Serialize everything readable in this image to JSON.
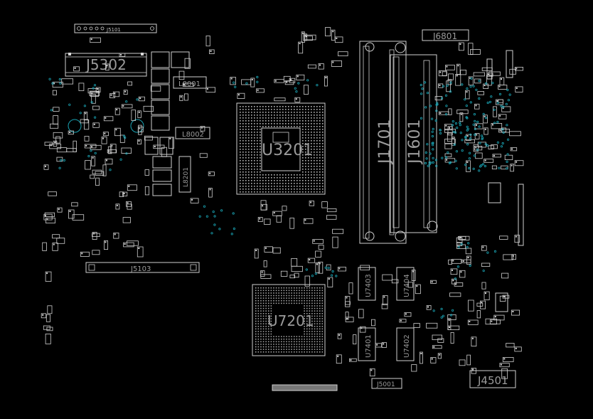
{
  "board": {
    "background": "#000000",
    "outline_color": "#cfcfcf",
    "via_color": "#19a3b3",
    "label_color": "#9a9a9a"
  },
  "labels": {
    "j5101": "J5101",
    "j5302": "J5302",
    "j5103": "J5103",
    "u3201": "U3201",
    "j1701": "J1701",
    "j1601": "J1601",
    "j6801": "J6801",
    "u7201": "U7201",
    "u7401": "U7401",
    "u7402": "U7402",
    "u7403": "U7403",
    "u7404": "U7404",
    "j4501": "J4501",
    "l8001": "L8001",
    "l8002": "L8002",
    "l8201": "L8201",
    "j5001": "J5001"
  }
}
